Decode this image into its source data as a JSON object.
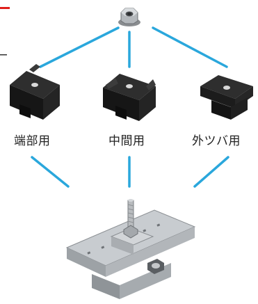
{
  "labels": {
    "end": "端部用",
    "middle": "中間用",
    "outer_flange": "外ツバ用"
  },
  "colors": {
    "connector_line": "#2aa7dc",
    "accent_mark": "#e0201c",
    "part_dark": "#202020",
    "rail_silver": "#c8ccd0"
  },
  "icons": {
    "nut": "flange-nut-icon",
    "end_clamp": "end-clamp-icon",
    "middle_clamp": "middle-clamp-icon",
    "outer_clamp": "outer-flange-clamp-icon",
    "assembly": "rail-clamp-assembly-icon"
  }
}
